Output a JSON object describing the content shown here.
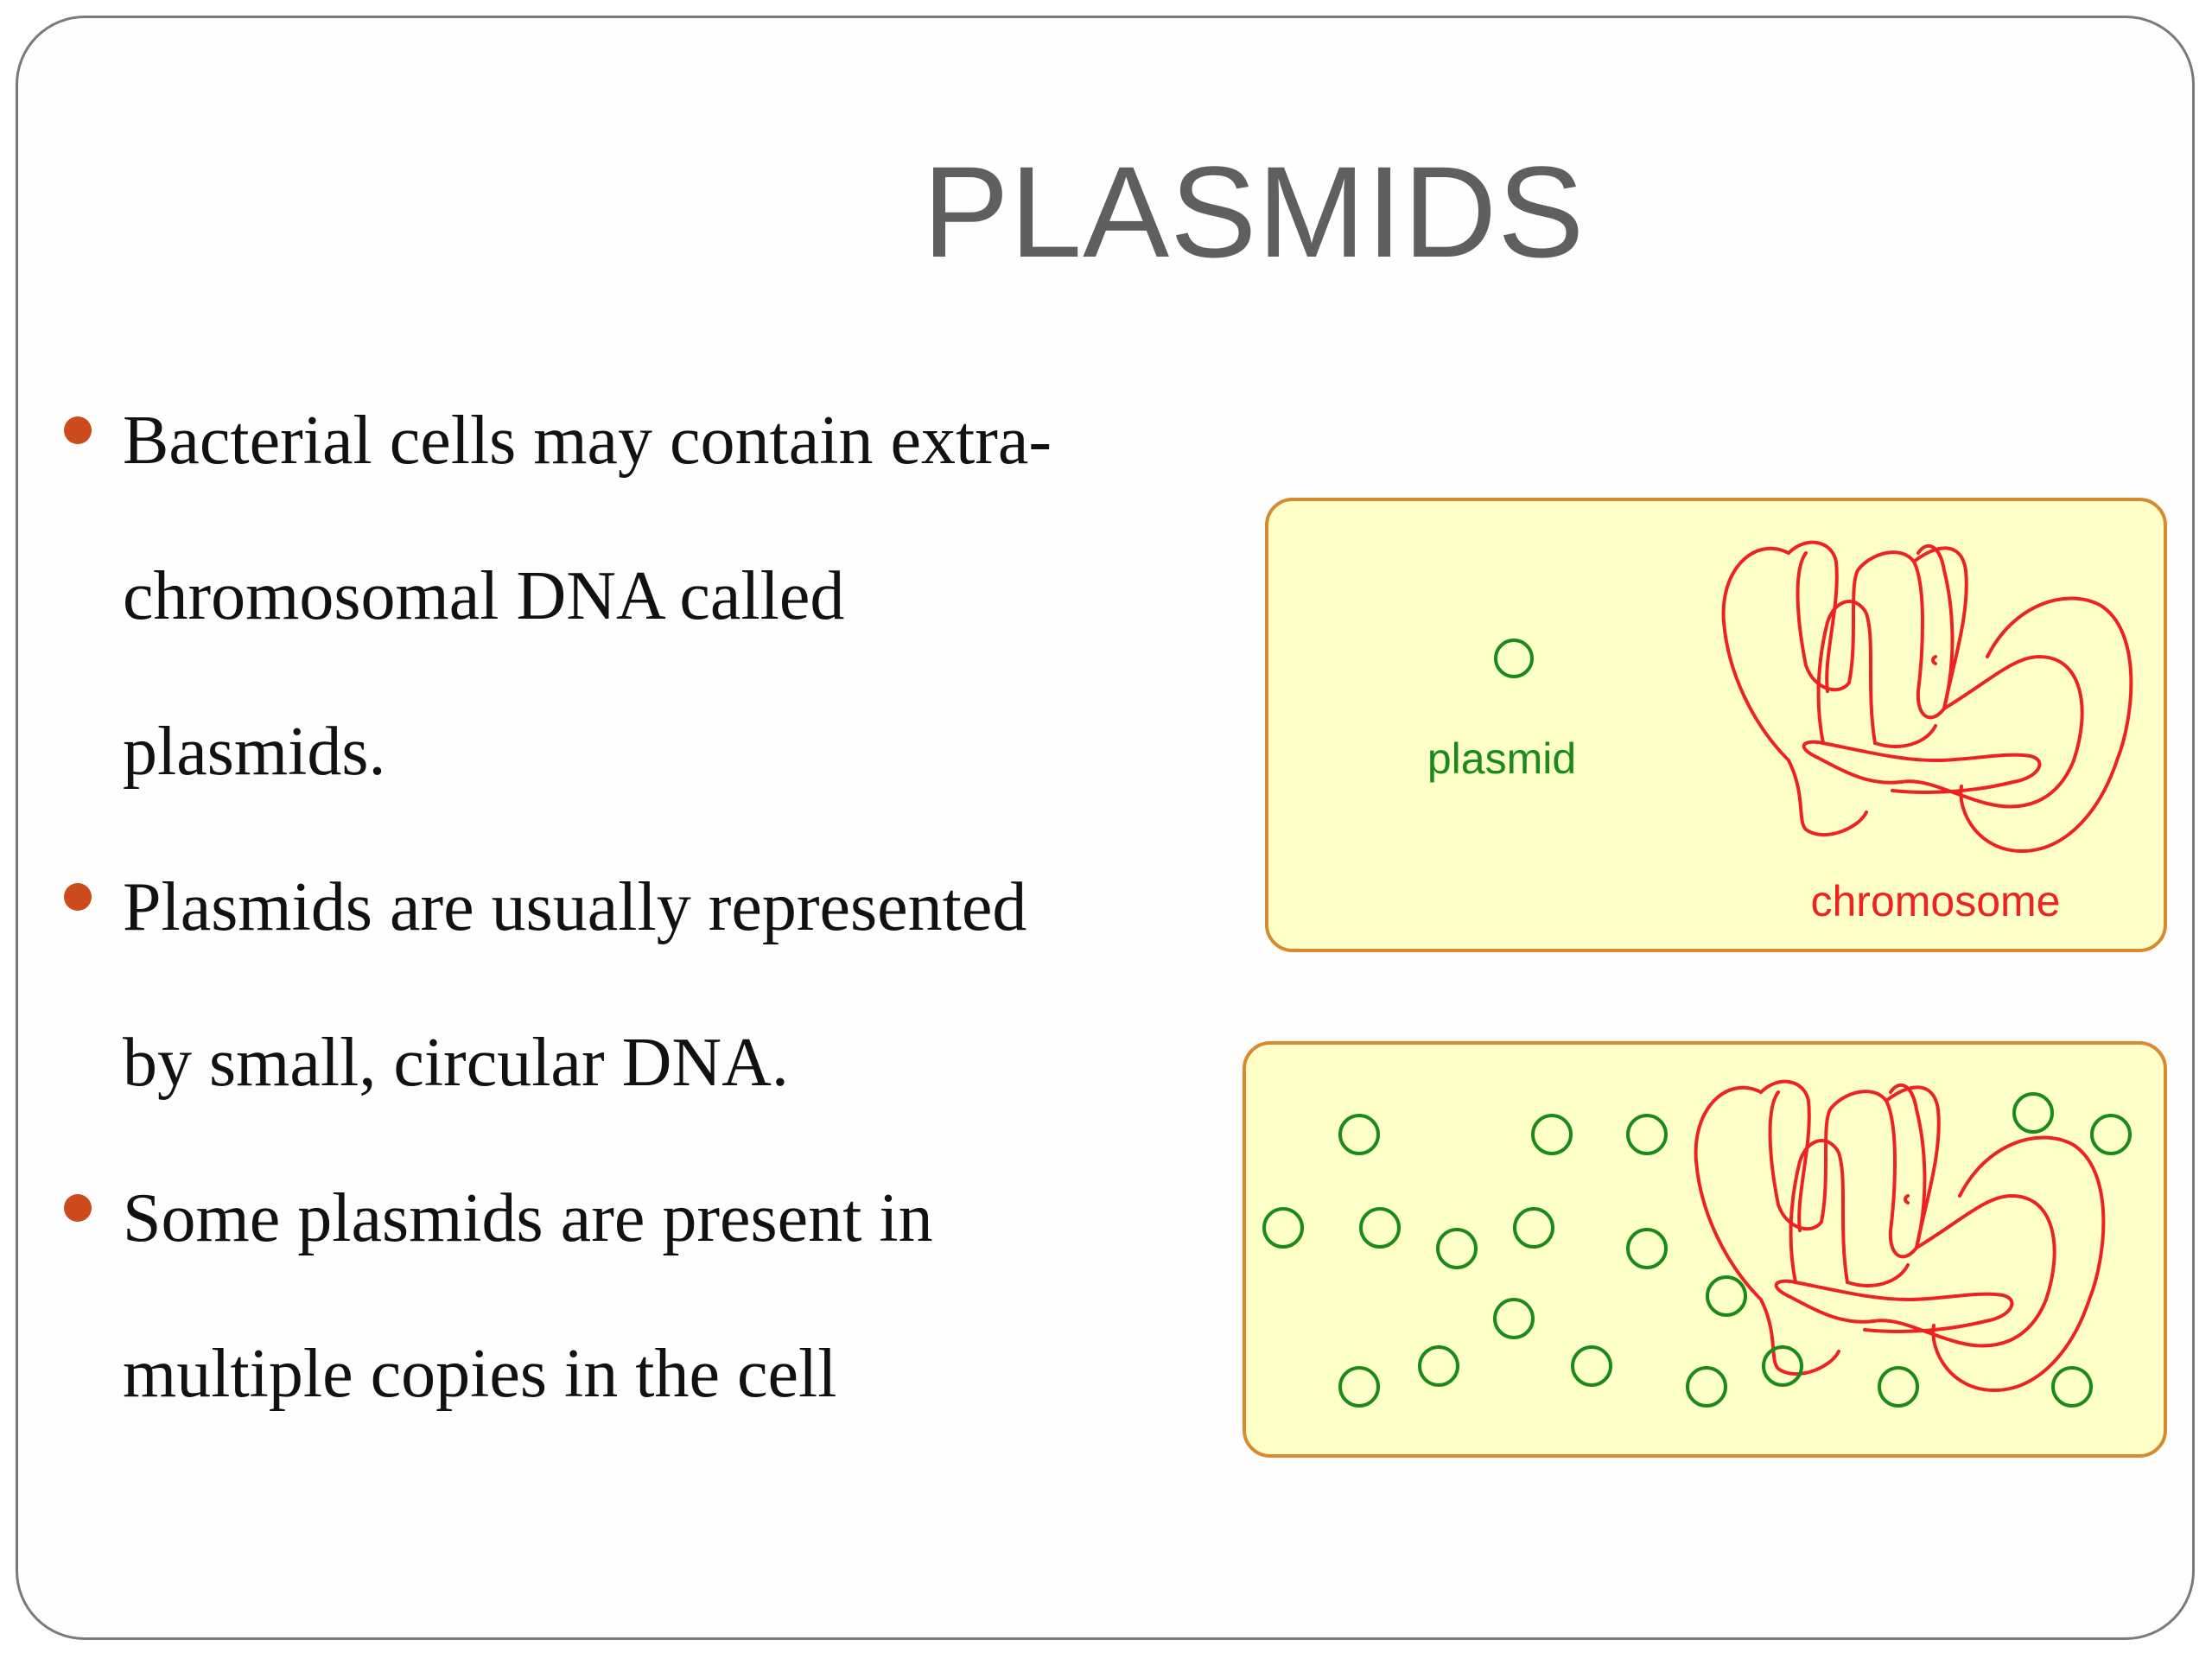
{
  "slide": {
    "title": "PLASMIDS",
    "bullets": [
      {
        "lines": [
          "Bacterial cells may contain extra-",
          "chromosomal DNA called",
          "plasmids."
        ]
      },
      {
        "lines": [
          "Plasmids are usually represented",
          "by small, circular DNA."
        ]
      },
      {
        "lines": [
          "Some plasmids are present in",
          "multiple copies in the cell"
        ]
      }
    ]
  },
  "diagram": {
    "colors": {
      "cell_fill": "#ffffc8",
      "cell_border": "#d9892f",
      "plasmid": "#1a8a1a",
      "chromosome": "#ee2222",
      "bullet": "#cc4a1c"
    },
    "top_cell": {
      "plasmid_label": "plasmid",
      "chromosome_label": "chromosome"
    }
  }
}
